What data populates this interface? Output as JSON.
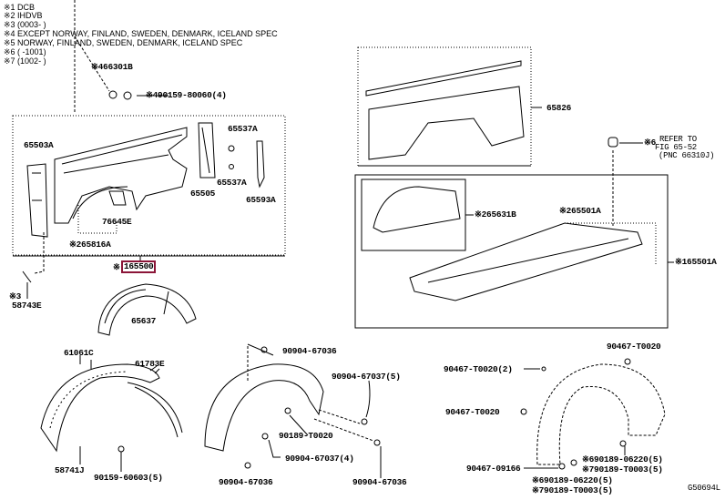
{
  "notes": [
    "※1 DCB",
    "※2 IHDVB",
    "※3 (0003-    )",
    "※4 EXCEPT NORWAY, FINLAND, SWEDEN, DENMARK, ICELAND SPEC",
    "※5 NORWAY, FINLAND, SWEDEN, DENMARK, ICELAND SPEC",
    "※6 (    -1001)",
    "※7 (1002-    )"
  ],
  "labels": {
    "p466301B": "※466301B",
    "p490159": "※490159-80060(4)",
    "p65503A": "65503A",
    "p65537A_1": "65537A",
    "p65537A_2": "65537A",
    "p65505": "65505",
    "p65593A": "65593A",
    "p76645E": "76645E",
    "p265816A": "※265816A",
    "p165500_prefix": "※",
    "p165500": "165500",
    "p58743E_note": "※3",
    "p58743E": "58743E",
    "p65637": "65637",
    "p65826": "65826",
    "refer_note": "※6",
    "refer_line1": "REFER TO",
    "refer_line2": "FIG 65-52",
    "refer_line3": "(PNC 66310J)",
    "p265631B": "※265631B",
    "p265501A": "※265501A",
    "p165501A": "※165501A",
    "p61061C": "61061C",
    "p61783E": "61783E",
    "p58741J": "58741J",
    "p90159": "90159-60603(5)",
    "p90904_67036_a": "90904-67036",
    "p90904_67037_5": "90904-67037(5)",
    "p90189": "90189-T0020",
    "p90904_67037_4": "90904-67037(4)",
    "p90904_67036_b": "90904-67036",
    "p90904_67036_c": "90904-67036",
    "p90467_T0020_top": "90467-T0020",
    "p90467_T0020_2": "90467-T0020(2)",
    "p90467_T0020_mid": "90467-T0020",
    "p90467_09166": "90467-09166",
    "p690189_r": "※690189-06220(5)",
    "p790189_r": "※790189-T0003(5)",
    "p690189_b": "※690189-06220(5)",
    "p790189_b": "※790189-T0003(5)",
    "diagram_code": "G50694L"
  },
  "colors": {
    "highlight": "#8b1538"
  }
}
